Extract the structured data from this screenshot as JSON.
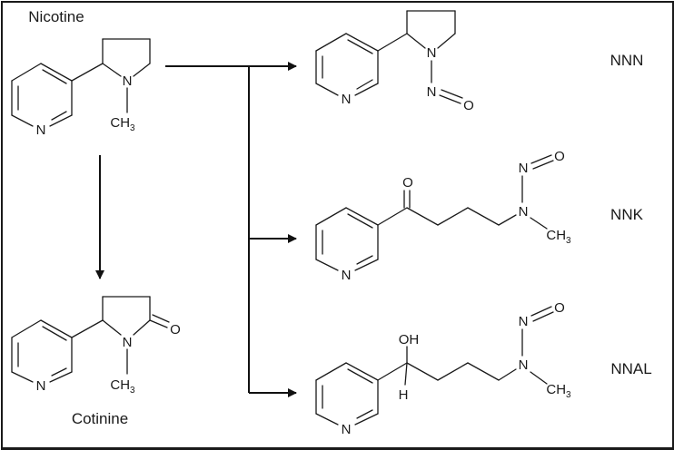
{
  "title": "Nicotine metabolism to cotinine and tobacco-specific nitrosamines",
  "compounds": {
    "nicotine": {
      "name": "Nicotine",
      "atoms": {
        "ring_n": "N",
        "pyrrolidine_n": "N",
        "methyl": "CH",
        "methyl_sub": "3"
      }
    },
    "cotinine": {
      "name": "Cotinine",
      "atoms": {
        "ring_n": "N",
        "pyrrolidine_n": "N",
        "carbonyl_o": "O",
        "methyl": "CH",
        "methyl_sub": "3"
      }
    },
    "nnn": {
      "name": "NNN",
      "atoms": {
        "ring_n": "N",
        "pyrrolidine_n": "N",
        "nitroso_n": "N",
        "nitroso_o": "O"
      }
    },
    "nnk": {
      "name": "NNK",
      "atoms": {
        "ring_n": "N",
        "carbonyl_o": "O",
        "amine_n": "N",
        "nitroso_n": "N",
        "nitroso_o": "O",
        "methyl": "CH",
        "methyl_sub": "3"
      }
    },
    "nnal": {
      "name": "NNAL",
      "atoms": {
        "ring_n": "N",
        "hydroxyl": "OH",
        "hydrogen": "H",
        "amine_n": "N",
        "nitroso_n": "N",
        "nitroso_o": "O",
        "methyl": "CH",
        "methyl_sub": "3"
      }
    }
  },
  "arrows": [
    {
      "from": "Nicotine",
      "to": "Cotinine"
    },
    {
      "from": "Nicotine",
      "to": "NNN"
    },
    {
      "from": "Nicotine",
      "to": "NNK"
    },
    {
      "from": "Nicotine",
      "to": "NNAL"
    }
  ]
}
